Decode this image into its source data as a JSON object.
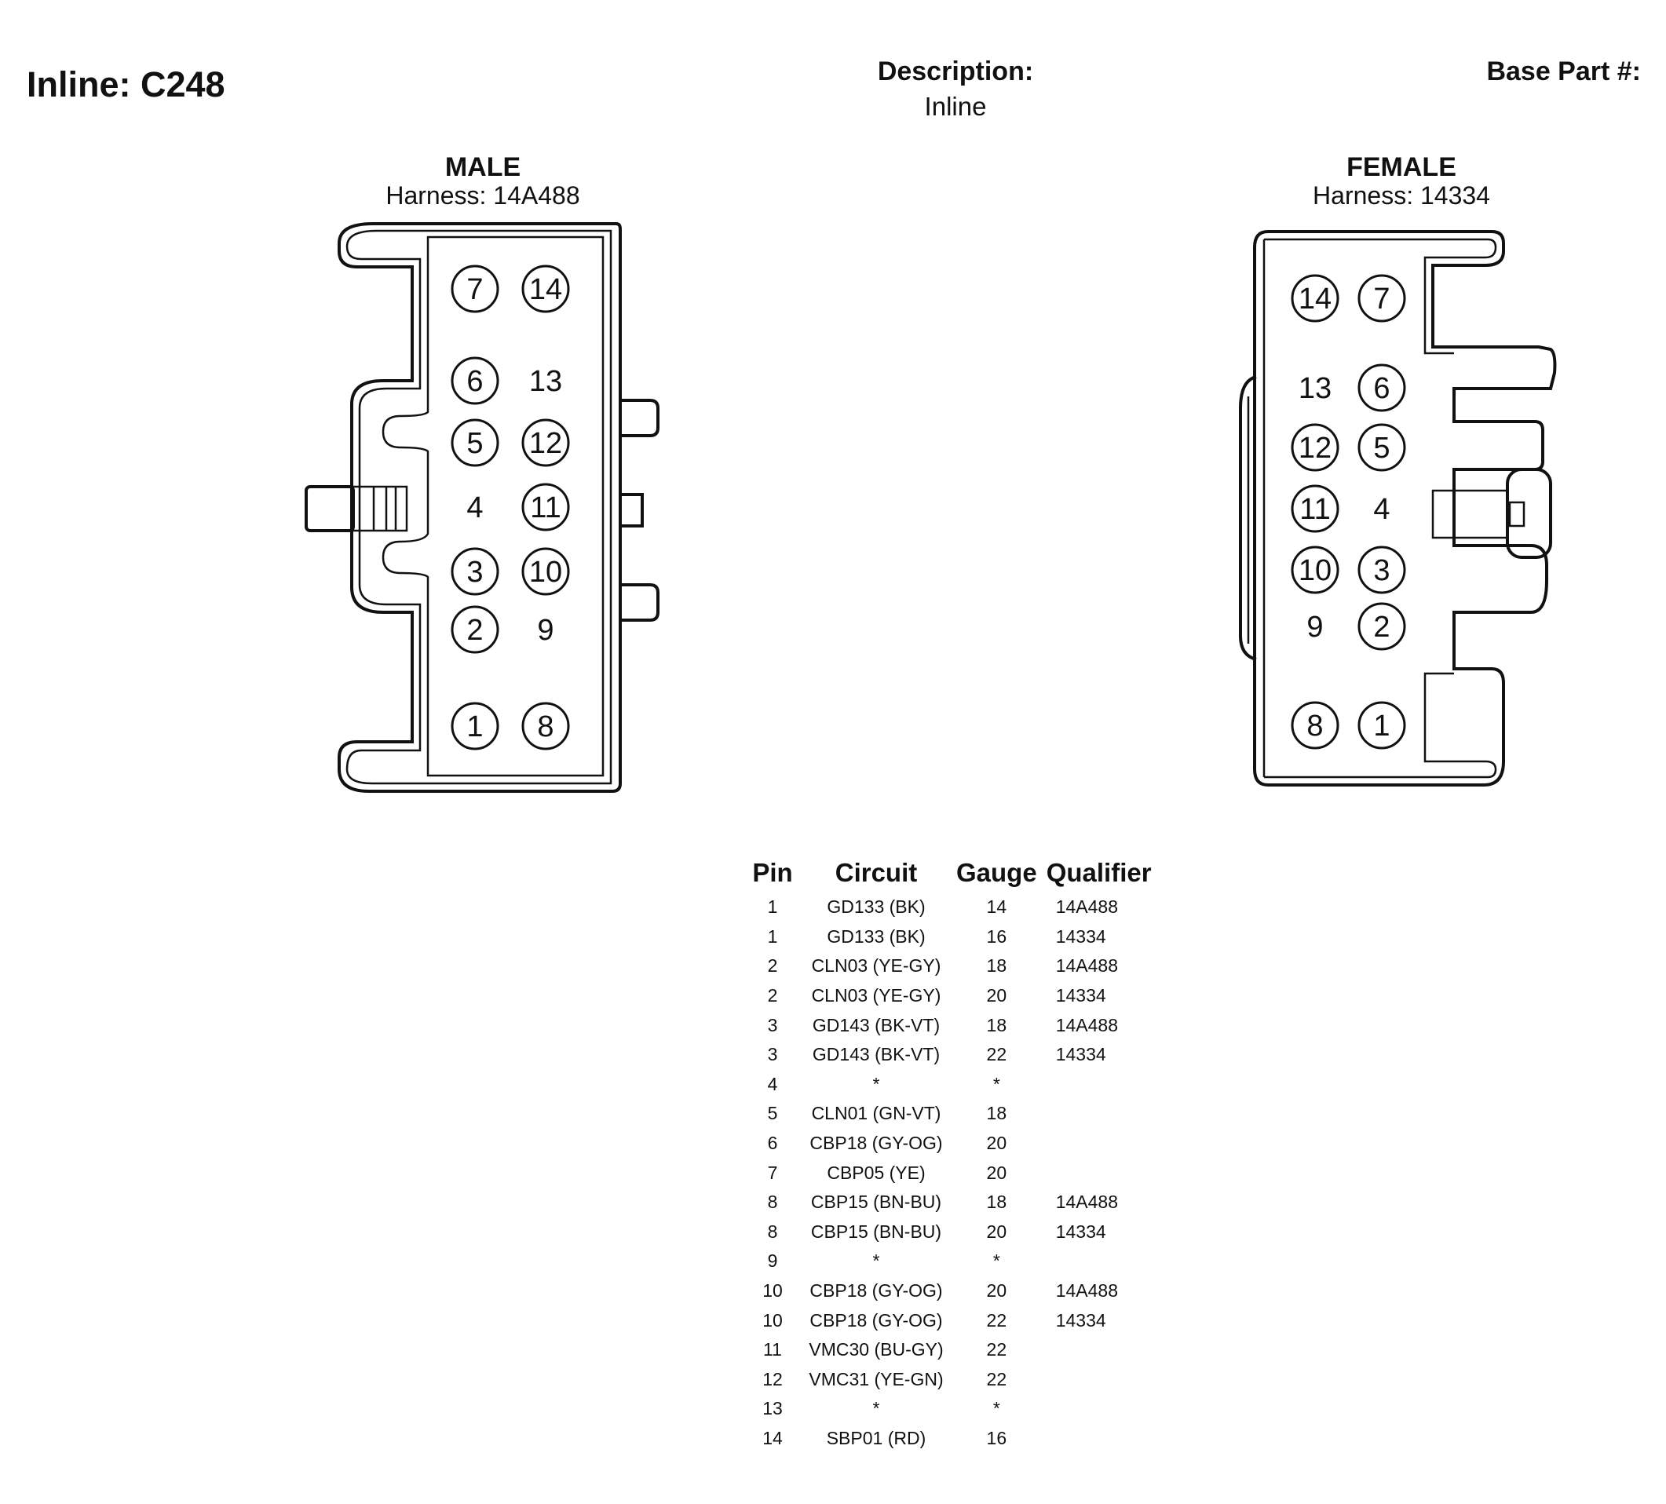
{
  "header": {
    "title": "Inline: C248",
    "description_label": "Description:",
    "description_value": "Inline",
    "base_part_label": "Base Part #:"
  },
  "male": {
    "label": "MALE",
    "harness": "Harness: 14A488",
    "pins": [
      {
        "num": "7",
        "circled": true
      },
      {
        "num": "14",
        "circled": true
      },
      {
        "num": "6",
        "circled": true
      },
      {
        "num": "13",
        "circled": false
      },
      {
        "num": "5",
        "circled": true
      },
      {
        "num": "12",
        "circled": true
      },
      {
        "num": "4",
        "circled": false
      },
      {
        "num": "11",
        "circled": true
      },
      {
        "num": "3",
        "circled": true
      },
      {
        "num": "10",
        "circled": true
      },
      {
        "num": "2",
        "circled": true
      },
      {
        "num": "9",
        "circled": false
      },
      {
        "num": "1",
        "circled": true
      },
      {
        "num": "8",
        "circled": true
      }
    ]
  },
  "female": {
    "label": "FEMALE",
    "harness": "Harness: 14334",
    "pins": [
      {
        "num": "14",
        "circled": true
      },
      {
        "num": "7",
        "circled": true
      },
      {
        "num": "13",
        "circled": false
      },
      {
        "num": "6",
        "circled": true
      },
      {
        "num": "12",
        "circled": true
      },
      {
        "num": "5",
        "circled": true
      },
      {
        "num": "11",
        "circled": true
      },
      {
        "num": "4",
        "circled": false
      },
      {
        "num": "10",
        "circled": true
      },
      {
        "num": "3",
        "circled": true
      },
      {
        "num": "9",
        "circled": false
      },
      {
        "num": "2",
        "circled": true
      },
      {
        "num": "8",
        "circled": true
      },
      {
        "num": "1",
        "circled": true
      }
    ]
  },
  "pin_table": {
    "headers": {
      "pin": "Pin",
      "circuit": "Circuit",
      "gauge": "Gauge",
      "qualifier": "Qualifier"
    },
    "rows": [
      {
        "pin": "1",
        "circuit": "GD133 (BK)",
        "gauge": "14",
        "qualifier": "14A488"
      },
      {
        "pin": "1",
        "circuit": "GD133 (BK)",
        "gauge": "16",
        "qualifier": "14334"
      },
      {
        "pin": "2",
        "circuit": "CLN03 (YE-GY)",
        "gauge": "18",
        "qualifier": "14A488"
      },
      {
        "pin": "2",
        "circuit": "CLN03 (YE-GY)",
        "gauge": "20",
        "qualifier": "14334"
      },
      {
        "pin": "3",
        "circuit": "GD143 (BK-VT)",
        "gauge": "18",
        "qualifier": "14A488"
      },
      {
        "pin": "3",
        "circuit": "GD143 (BK-VT)",
        "gauge": "22",
        "qualifier": "14334"
      },
      {
        "pin": "4",
        "circuit": "*",
        "gauge": "*",
        "qualifier": ""
      },
      {
        "pin": "5",
        "circuit": "CLN01 (GN-VT)",
        "gauge": "18",
        "qualifier": ""
      },
      {
        "pin": "6",
        "circuit": "CBP18 (GY-OG)",
        "gauge": "20",
        "qualifier": ""
      },
      {
        "pin": "7",
        "circuit": "CBP05 (YE)",
        "gauge": "20",
        "qualifier": ""
      },
      {
        "pin": "8",
        "circuit": "CBP15 (BN-BU)",
        "gauge": "18",
        "qualifier": "14A488"
      },
      {
        "pin": "8",
        "circuit": "CBP15 (BN-BU)",
        "gauge": "20",
        "qualifier": "14334"
      },
      {
        "pin": "9",
        "circuit": "*",
        "gauge": "*",
        "qualifier": ""
      },
      {
        "pin": "10",
        "circuit": "CBP18 (GY-OG)",
        "gauge": "20",
        "qualifier": "14A488"
      },
      {
        "pin": "10",
        "circuit": "CBP18 (GY-OG)",
        "gauge": "22",
        "qualifier": "14334"
      },
      {
        "pin": "11",
        "circuit": "VMC30 (BU-GY)",
        "gauge": "22",
        "qualifier": ""
      },
      {
        "pin": "12",
        "circuit": "VMC31 (YE-GN)",
        "gauge": "22",
        "qualifier": ""
      },
      {
        "pin": "13",
        "circuit": "*",
        "gauge": "*",
        "qualifier": ""
      },
      {
        "pin": "14",
        "circuit": "SBP01 (RD)",
        "gauge": "16",
        "qualifier": ""
      }
    ]
  }
}
